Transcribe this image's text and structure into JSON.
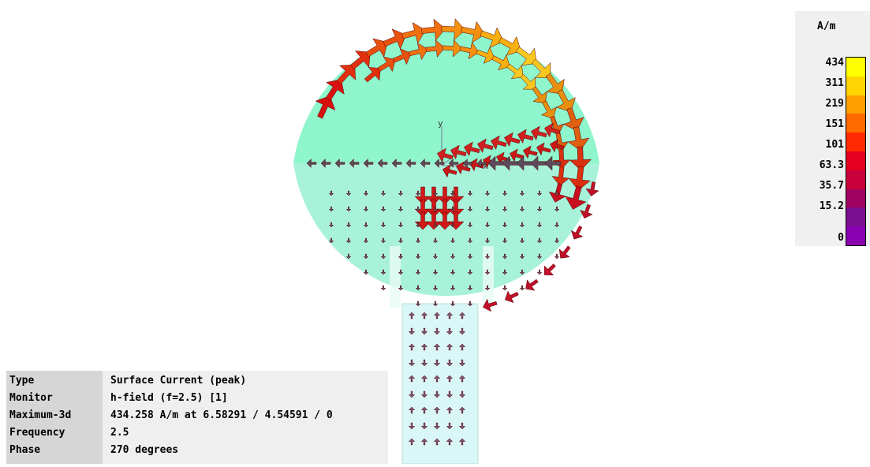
{
  "legend": {
    "unit": "A/m",
    "ticks": [
      "434",
      "311",
      "219",
      "151",
      "101",
      "63.3",
      "35.7",
      "15.2",
      "0"
    ],
    "colors": [
      "#ffff00",
      "#ffd400",
      "#ffa000",
      "#ff6a00",
      "#ff2a00",
      "#e60020",
      "#c8003c",
      "#a00060",
      "#7a1090",
      "#8a00b0"
    ]
  },
  "info": {
    "rows": [
      {
        "label": "Type",
        "value": "Surface Current (peak)"
      },
      {
        "label": "Monitor",
        "value": "h-field (f=2.5) [1]"
      },
      {
        "label": "Maximum-3d",
        "value": "434.258 A/m at 6.58291 / 4.54591 / 0"
      },
      {
        "label": "Frequency",
        "value": "2.5"
      },
      {
        "label": "Phase",
        "value": "270 degrees"
      }
    ]
  },
  "axes": {
    "y_label": "y",
    "x_label": "x"
  },
  "colors": {
    "patch": "#8ff5cc",
    "patch_lower": "#a8f2da",
    "feed": "#d9f7f7",
    "arrow_low": "#5a3a55",
    "arrow_high": "#ffcc00"
  }
}
